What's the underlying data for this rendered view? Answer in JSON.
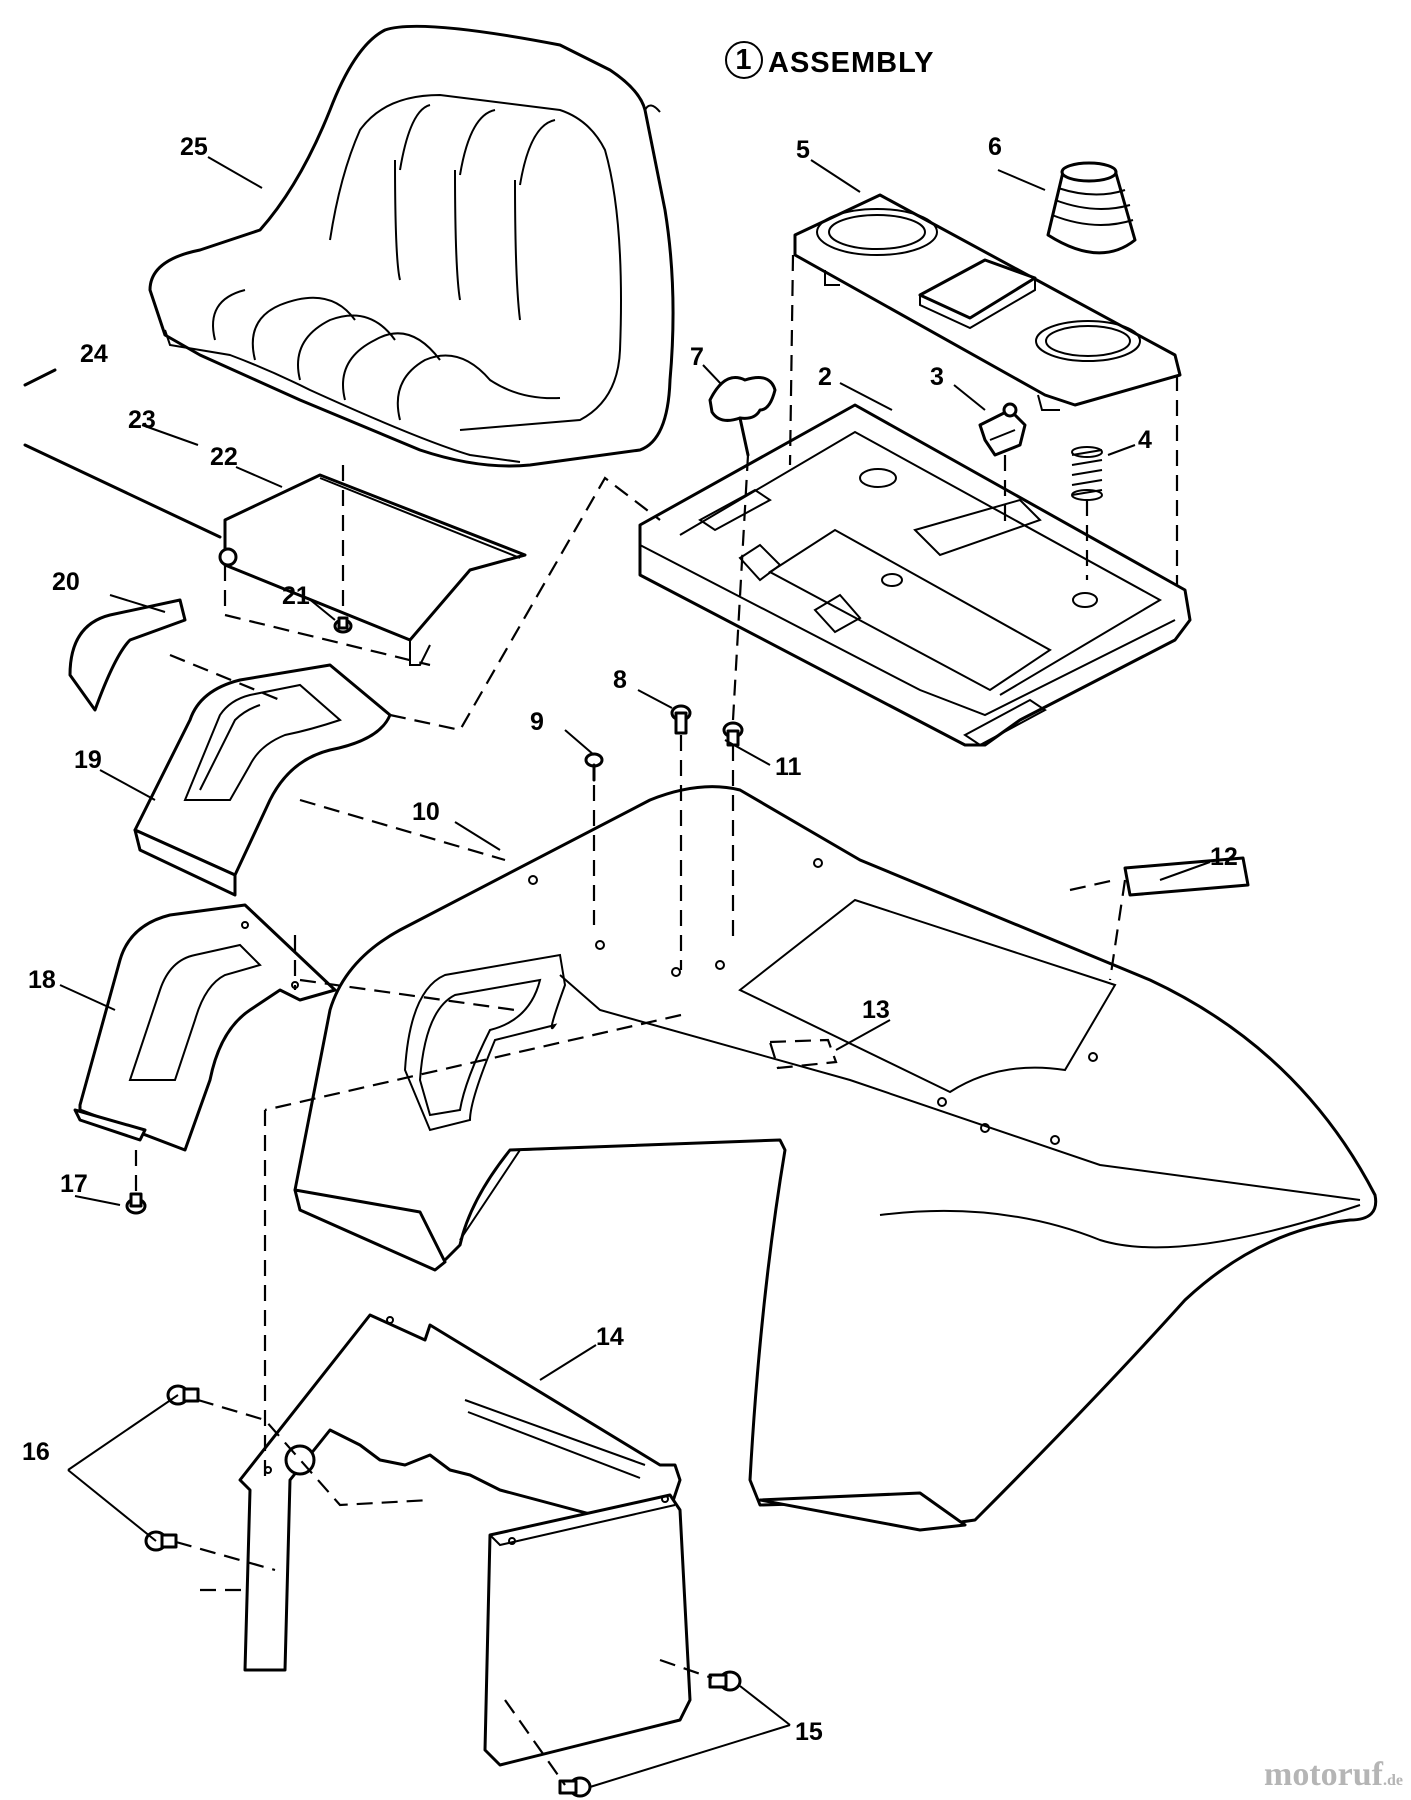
{
  "title": {
    "circled_number": "1",
    "text": "ASSEMBLY"
  },
  "callouts": [
    {
      "id": "25",
      "label": "25"
    },
    {
      "id": "24",
      "label": "24"
    },
    {
      "id": "23",
      "label": "23"
    },
    {
      "id": "22",
      "label": "22"
    },
    {
      "id": "21",
      "label": "21"
    },
    {
      "id": "20",
      "label": "20"
    },
    {
      "id": "19",
      "label": "19"
    },
    {
      "id": "18",
      "label": "18"
    },
    {
      "id": "17",
      "label": "17"
    },
    {
      "id": "16",
      "label": "16"
    },
    {
      "id": "15",
      "label": "15"
    },
    {
      "id": "14",
      "label": "14"
    },
    {
      "id": "13",
      "label": "13"
    },
    {
      "id": "12",
      "label": "12"
    },
    {
      "id": "11",
      "label": "11"
    },
    {
      "id": "10",
      "label": "10"
    },
    {
      "id": "9",
      "label": "9"
    },
    {
      "id": "8",
      "label": "8"
    },
    {
      "id": "7",
      "label": "7"
    },
    {
      "id": "6",
      "label": "6"
    },
    {
      "id": "5",
      "label": "5"
    },
    {
      "id": "4",
      "label": "4"
    },
    {
      "id": "3",
      "label": "3"
    },
    {
      "id": "2",
      "label": "2"
    }
  ],
  "watermark": {
    "name": "motoruf",
    "tld": ".de",
    "color": "#b5b5b5"
  }
}
